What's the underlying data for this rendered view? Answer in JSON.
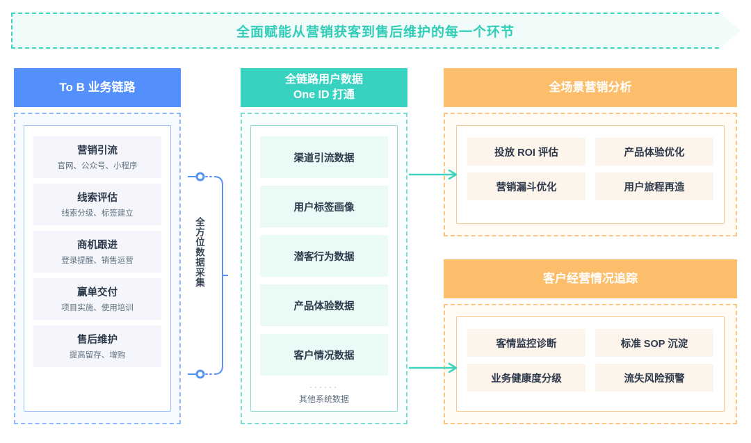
{
  "banner": {
    "title": "全面赋能从营销获客到售后维护的每一个环节"
  },
  "columns": {
    "left": {
      "header": "To B 业务链路",
      "header_color": "#5490fc",
      "items": [
        {
          "title": "营销引流",
          "subtitle": "官网、公众号、小程序"
        },
        {
          "title": "线索评估",
          "subtitle": "线索分级、标签建立"
        },
        {
          "title": "商机跟进",
          "subtitle": "登录提醒、销售运营"
        },
        {
          "title": "赢单交付",
          "subtitle": "项目实施、使用培训"
        },
        {
          "title": "售后维护",
          "subtitle": "提高留存、增购"
        }
      ]
    },
    "middle": {
      "header_line1": "全链路用户数据",
      "header_line2": "One ID 打通",
      "header_color": "#38d2c0",
      "items": [
        "渠道引流数据",
        "用户标签画像",
        "潜客行为数据",
        "产品体验数据",
        "客户情况数据"
      ],
      "ellipsis": "······",
      "other_label": "其他系统数据"
    },
    "right": {
      "header_color": "#fdbe6c",
      "sections": [
        {
          "header": "全场景营销分析",
          "tags": [
            "投放 ROI 评估",
            "产品体验优化",
            "营销漏斗优化",
            "用户旅程再造"
          ]
        },
        {
          "header": "客户经营情况追踪",
          "tags": [
            "客情监控诊断",
            "标准 SOP 沉淀",
            "业务健康度分级",
            "流失风险预警"
          ]
        }
      ]
    }
  },
  "connector": {
    "vertical_label": "全方位数据采集",
    "line_color": "#5490fc",
    "arrow_color": "#3fd4c0"
  }
}
